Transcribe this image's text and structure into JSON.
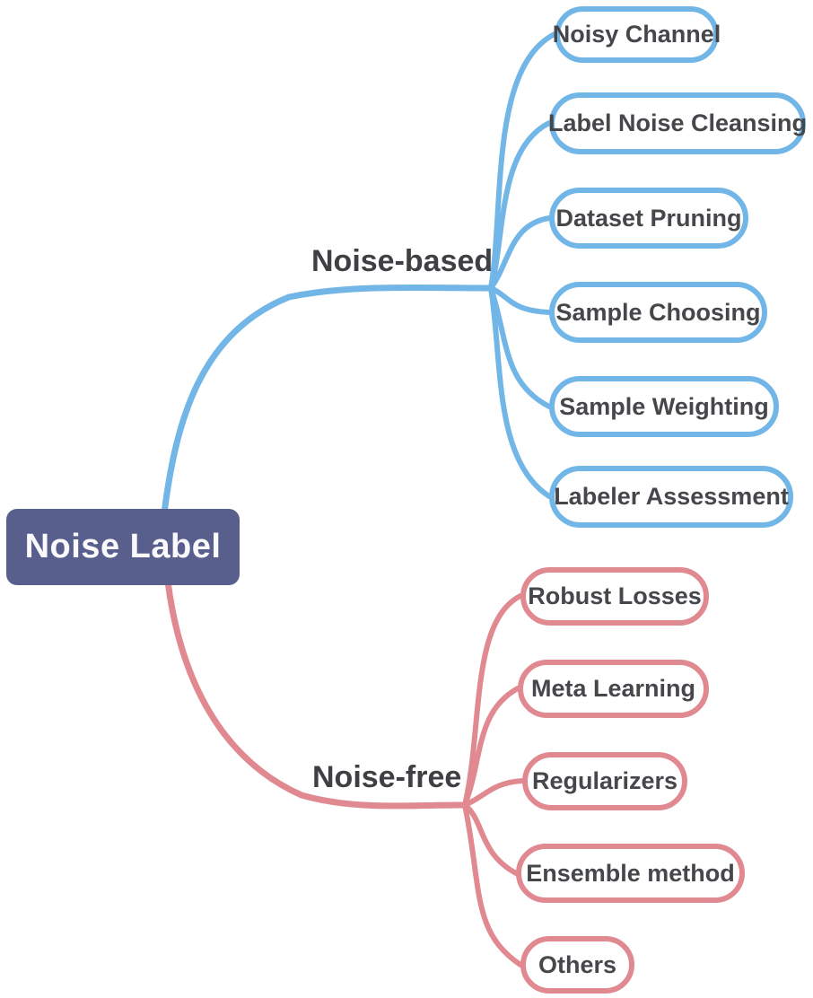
{
  "mindmap": {
    "root": {
      "label": "Noise Label",
      "fill_color": "#595F8D",
      "text_color": "#FAFAFC"
    },
    "node_text_color": "#46474B",
    "branch_label_color": "#3E4043",
    "branches": [
      {
        "label": "Noise-based",
        "color": "#72B6E7",
        "children": [
          {
            "label": "Noisy Channel"
          },
          {
            "label": "Label Noise Cleansing"
          },
          {
            "label": "Dataset Pruning"
          },
          {
            "label": "Sample Choosing"
          },
          {
            "label": "Sample Weighting"
          },
          {
            "label": "Labeler Assessment"
          }
        ]
      },
      {
        "label": "Noise-free",
        "color": "#E18990",
        "children": [
          {
            "label": "Robust Losses"
          },
          {
            "label": "Meta Learning"
          },
          {
            "label": "Regularizers"
          },
          {
            "label": "Ensemble method"
          },
          {
            "label": "Others"
          }
        ]
      }
    ]
  }
}
